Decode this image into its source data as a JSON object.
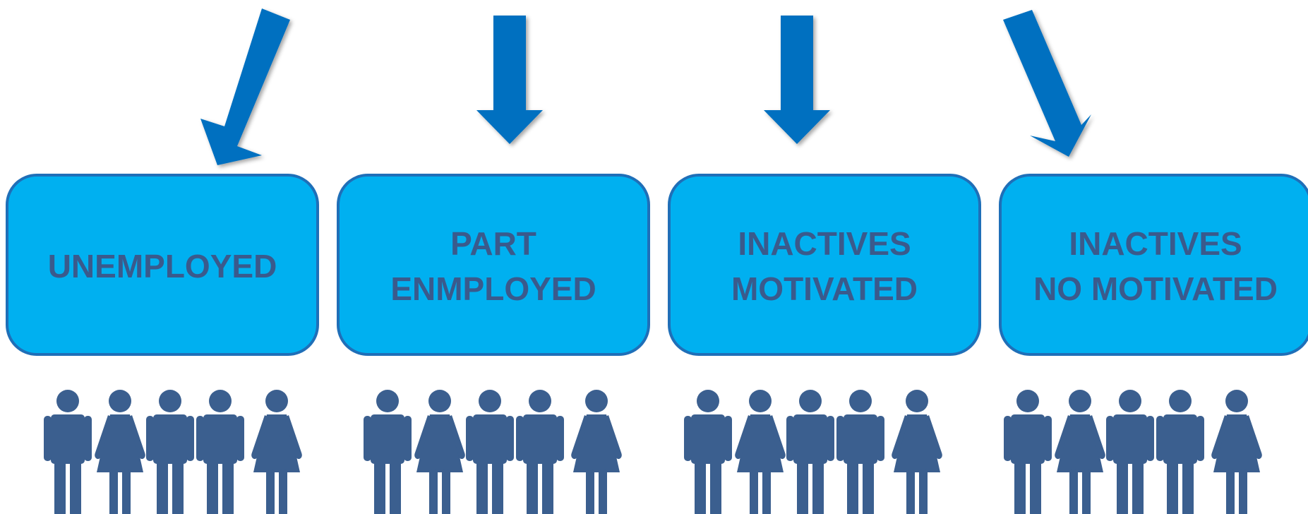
{
  "colors": {
    "arrow": "#0070C0",
    "box_fill": "#00B0F0",
    "box_stroke": "#1F6FB8",
    "label": "#3A5A8C",
    "person": "#3B5F8F"
  },
  "categories": [
    {
      "lines": [
        "UNEMPLOYED"
      ],
      "people": [
        "man",
        "woman",
        "man",
        "man",
        "woman"
      ]
    },
    {
      "lines": [
        "PART",
        "ENMPLOYED"
      ],
      "people": [
        "man",
        "woman",
        "man",
        "man",
        "woman"
      ]
    },
    {
      "lines": [
        "INACTIVES",
        "MOTIVATED"
      ],
      "people": [
        "man",
        "woman",
        "man",
        "man",
        "woman"
      ]
    },
    {
      "lines": [
        "INACTIVES",
        "NO MOTIVATED"
      ],
      "people": [
        "man",
        "woman",
        "man",
        "man",
        "woman"
      ]
    }
  ]
}
